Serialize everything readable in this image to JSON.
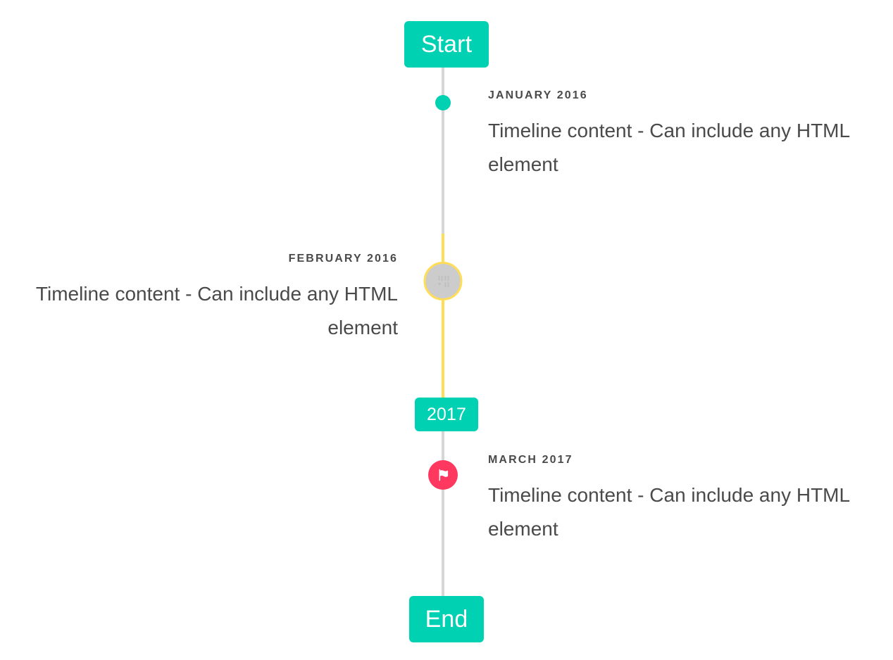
{
  "timeline": {
    "start_badge": {
      "label": "Start"
    },
    "end_badge": {
      "label": "End"
    },
    "header_badge": {
      "label": "2017"
    },
    "colors": {
      "primary": "#00d1b2",
      "warning": "#ffdd57",
      "danger": "#ff3860",
      "rail_grey": "#d6d6d6",
      "marker_grey": "#cccccc",
      "text": "#4a4a4a"
    },
    "items": [
      {
        "id": "january-2016",
        "heading": "JANUARY 2016",
        "body": "Timeline content - Can include any HTML element",
        "side": "right",
        "marker": "dot-marker",
        "marker_color": "#00d1b2"
      },
      {
        "id": "february-2016",
        "heading": "FEBRUARY 2016",
        "body": "Timeline content - Can include any HTML element",
        "side": "left",
        "marker": "broken-image-icon",
        "marker_color": "#cccccc",
        "marker_border_color": "#ffdd57"
      },
      {
        "id": "march-2017",
        "heading": "MARCH 2017",
        "body": "Timeline content - Can include any HTML element",
        "side": "right",
        "marker": "flag-icon",
        "marker_color": "#ff3860"
      }
    ]
  }
}
